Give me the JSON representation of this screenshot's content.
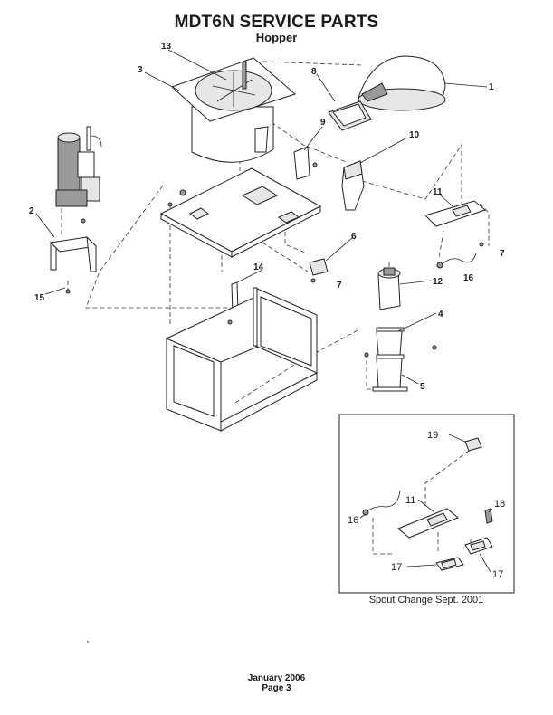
{
  "header": {
    "title": "MDT6N SERVICE PARTS",
    "subtitle": "Hopper"
  },
  "callouts": [
    "1",
    "2",
    "3",
    "4",
    "5",
    "6",
    "7",
    "7",
    "8",
    "9",
    "10",
    "11",
    "12",
    "13",
    "14",
    "15",
    "16"
  ],
  "inset": {
    "callouts": [
      "19",
      "11",
      "18",
      "16",
      "17",
      "17"
    ],
    "caption": "Spout Change Sept. 2001"
  },
  "footer": {
    "date": "January 2006",
    "page": "Page 3"
  }
}
